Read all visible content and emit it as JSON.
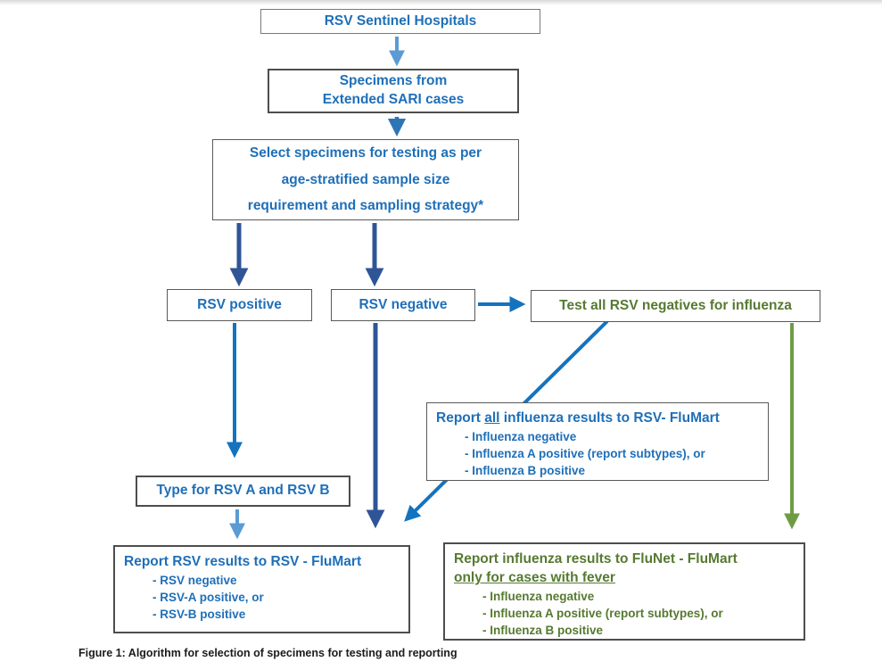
{
  "figure": {
    "caption": "Figure 1: Algorithm for selection of specimens for testing and reporting"
  },
  "colors": {
    "text_blue": "#1f6fb8",
    "text_green": "#567a31",
    "arrow_light_blue": "#5b9bd5",
    "arrow_medium_blue": "#2e75b6",
    "arrow_bright_blue": "#1473be",
    "arrow_navy": "#2f5597",
    "arrow_green": "#6e9c46",
    "box_border": "#4d4d4d"
  },
  "nodes": {
    "sentinel": {
      "label": "RSV Sentinel Hospitals"
    },
    "specimens": {
      "line1": "Specimens from",
      "line2": "Extended SARI cases"
    },
    "select": {
      "line1": "Select specimens for testing as per",
      "line2": "age-stratified sample size",
      "line3": "requirement and sampling strategy*"
    },
    "rsv_positive": {
      "label": "RSV positive"
    },
    "rsv_negative": {
      "label": "RSV negative"
    },
    "test_all": {
      "label": "Test all RSV negatives for influenza"
    },
    "report_flumart": {
      "title_pre": "Report ",
      "title_underline": "all",
      "title_post": " influenza results to RSV- FluMart",
      "items": [
        "- Influenza negative",
        "- Influenza A positive (report subtypes), or",
        "- Influenza B positive"
      ]
    },
    "type_rsv": {
      "label": "Type for RSV A and RSV B"
    },
    "report_rsv": {
      "title": "Report RSV results to RSV - FluMart",
      "items": [
        "- RSV negative",
        "- RSV-A positive, or",
        "- RSV-B positive"
      ]
    },
    "report_flunet": {
      "title_line1": "Report influenza results to FluNet - FluMart",
      "title_line2": "only for cases with fever",
      "items": [
        "- Influenza negative",
        "- Influenza A positive (report subtypes), or",
        "- Influenza B positive"
      ]
    }
  }
}
